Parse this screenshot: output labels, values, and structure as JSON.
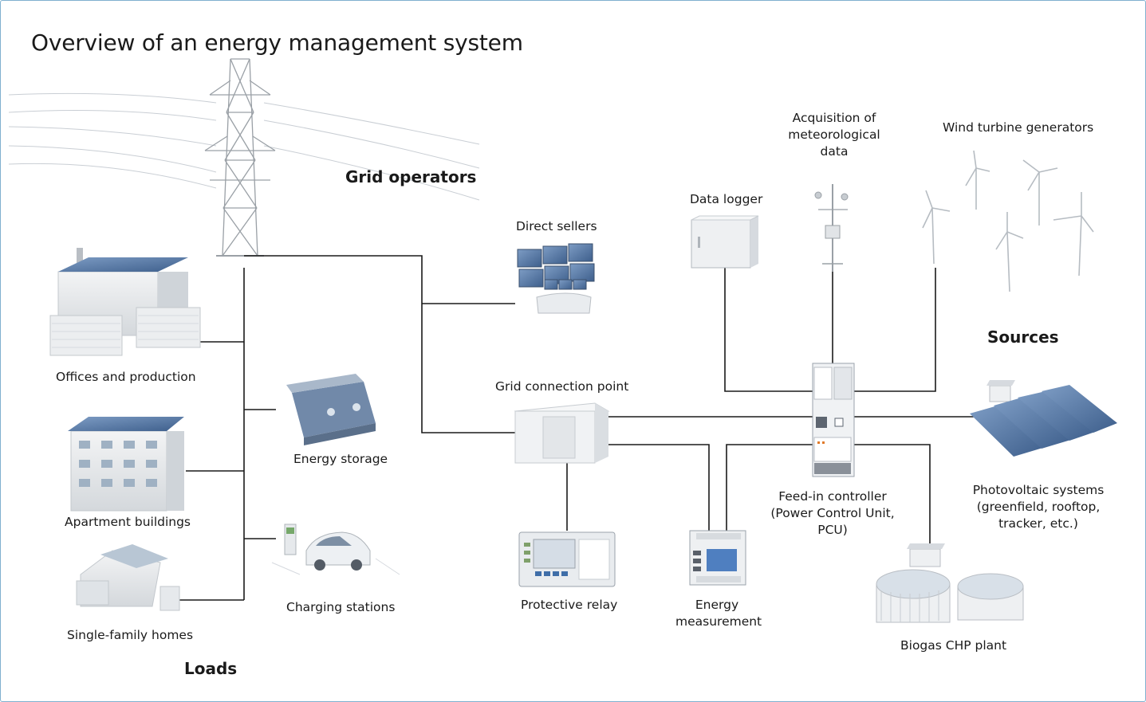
{
  "title": "Overview of an energy management system",
  "groups": {
    "grid_operators": "Grid operators",
    "sources": "Sources",
    "loads": "Loads"
  },
  "nodes": {
    "offices": "Offices and production",
    "apartments": "Apartment buildings",
    "homes": "Single-family homes",
    "storage": "Energy storage",
    "charging": "Charging stations",
    "direct_sellers": "Direct sellers",
    "grid_connection": "Grid connection point",
    "relay": "Protective relay",
    "measurement_1": "Energy",
    "measurement_2": "measurement",
    "data_logger": "Data logger",
    "meteo_1": "Acquisition of",
    "meteo_2": "meteorological",
    "meteo_3": "data",
    "wind": "Wind turbine generators",
    "pcu_1": "Feed-in controller",
    "pcu_2": "(Power Control Unit,",
    "pcu_3": "PCU)",
    "pv_1": "Photovoltaic systems",
    "pv_2": "(greenfield, rooftop,",
    "pv_3": "tracker, etc.)",
    "biogas": "Biogas CHP plant"
  },
  "colors": {
    "frame": "#7fb0cf",
    "line": "#1a1a1a",
    "panel_blue": "#5b7fa8",
    "device_grey": "#e4e6e8"
  }
}
